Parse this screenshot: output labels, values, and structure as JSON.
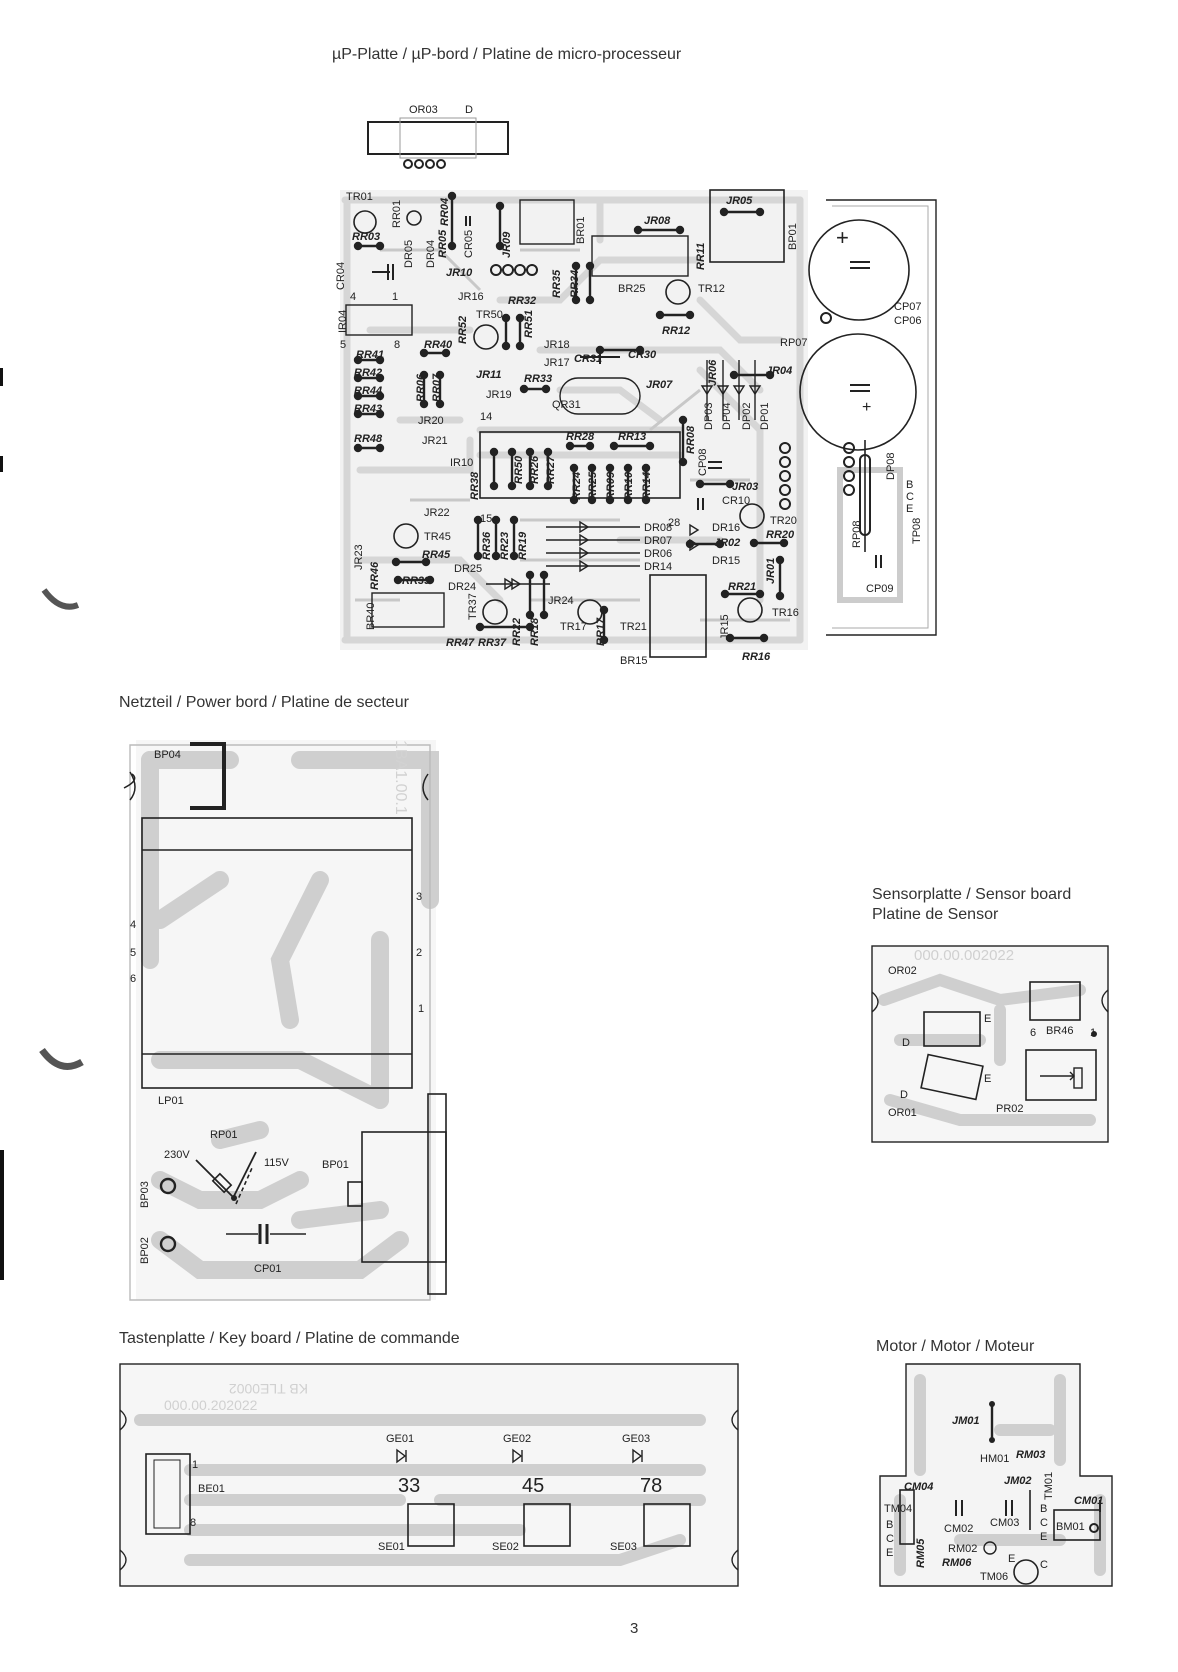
{
  "captions": {
    "micro": "µP-Platte / µP-bord / Platine de micro-processeur",
    "power": "Netzteil / Power bord / Platine de secteur",
    "sensor_line1": "Sensorplatte / Sensor board",
    "sensor_line2": "Platine de Sensor",
    "key": "Tastenplatte / Key board / Platine de commande",
    "motor": "Motor / Motor / Moteur"
  },
  "page_number": "3",
  "colors": {
    "trace": "#cfcfcf",
    "trace_dark": "#bdbdbd",
    "line": "#222222",
    "board_edge": "#333333"
  },
  "micro_labels": {
    "or03": "OR03",
    "d": "D",
    "tr01": "TR01",
    "rr01": "RR01",
    "rr04": "RR04",
    "rr03": "RR03",
    "cr04": "CR04",
    "ir04": "IR04",
    "dr05": "DR05",
    "dr04": "DR04",
    "rr05": "RR05",
    "cr05": "CR05",
    "jr09": "JR09",
    "jr10": "JR10",
    "jr16": "JR16",
    "rr32": "RR32",
    "tr50": "TR50",
    "rr52": "RR52",
    "rr51": "RR51",
    "rr35": "RR35",
    "rr34": "RR34",
    "br01": "BR01",
    "jr08": "JR08",
    "jr05": "JR05",
    "rr11": "RR11",
    "bp01": "BP01",
    "br25": "BR25",
    "tr12": "TR12",
    "rr12": "RR12",
    "rp07": "RP07",
    "cp07": "CP07",
    "cp06": "CP06",
    "rr41": "RR41",
    "rr40": "RR40",
    "rr42": "RR42",
    "rr44": "RR44",
    "rr43": "RR43",
    "rr48": "RR48",
    "rr06": "RR06",
    "rr07": "RR07",
    "jr11": "JR11",
    "jr19": "JR19",
    "rr33": "RR33",
    "jr18": "JR18",
    "jr17": "JR17",
    "cr31": "CR31",
    "cr30": "CR30",
    "jr07": "JR07",
    "qr31": "QR31",
    "jr20": "JR20",
    "jr21": "JR21",
    "ir10": "IR10",
    "jr06": "JR06",
    "jr04": "JR04",
    "dp03": "DP03",
    "dp04": "DP04",
    "dp02": "DP02",
    "dp01": "DP01",
    "rr28": "RR28",
    "rr13": "RR13",
    "rr08": "RR08",
    "cp08": "CP08",
    "dp08": "DP08",
    "rr50": "RR50",
    "rr26": "RR26",
    "rr27": "RR27",
    "rr38": "RR38",
    "rr24": "RR24",
    "rr25": "RR25",
    "rr09": "RR09",
    "rr10": "RR10",
    "rr14": "RR14",
    "jr03": "JR03",
    "cr10": "CR10",
    "jr22": "JR22",
    "tr45": "TR45",
    "rr45": "RR45",
    "rr36": "RR36",
    "rr23": "RR23",
    "rr19": "RR19",
    "dr08": "DR08",
    "dr07": "DR07",
    "dr06": "DR06",
    "dr14": "DR14",
    "dr16": "DR16",
    "jr02": "JR02",
    "dr15": "DR15",
    "tr20": "TR20",
    "rr20": "RR20",
    "rp08": "RP08",
    "tp08": "TP08",
    "cp09": "CP09",
    "jr23": "JR23",
    "rr46": "RR46",
    "dr25": "DR25",
    "rr39": "RR39",
    "dr24": "DR24",
    "jr24": "JR24",
    "rr21": "RR21",
    "jr01": "JR01",
    "br40": "BR40",
    "tr37": "TR37",
    "rr47": "RR47",
    "rr37": "RR37",
    "rr22": "RR22",
    "rr18": "RR18",
    "tr17": "TR17",
    "rr17": "RR17",
    "tr21": "TR21",
    "br15": "BR15",
    "jr15": "JR15",
    "tr16": "TR16",
    "rr16": "RR16",
    "n4": "4",
    "n1": "1",
    "n5": "5",
    "n8": "8",
    "n14": "14",
    "n15": "15",
    "n28": "28",
    "b": "B",
    "c": "C",
    "e": "E"
  },
  "power_labels": {
    "bp04": "BP04",
    "lp01": "LP01",
    "rp01": "RP01",
    "v230": "230V",
    "v115": "115V",
    "bp01": "BP01",
    "bp03": "BP03",
    "bp02": "BP02",
    "cp01": "CP01",
    "n4": "4",
    "n5": "5",
    "n6": "6",
    "n3": "3",
    "n2": "2",
    "n1": "1",
    "silk": "1BA1.00.1"
  },
  "sensor_labels": {
    "or02": "OR02",
    "e1": "E",
    "d1": "D",
    "n6": "6",
    "br46": "BR46",
    "n1": "1",
    "d2": "D",
    "e2": "E",
    "or01": "OR01",
    "pr02": "PR02",
    "silk": "000.00.002022"
  },
  "key_labels": {
    "ge01": "GE01",
    "ge02": "GE02",
    "ge03": "GE03",
    "v33": "33",
    "v45": "45",
    "v78": "78",
    "be01": "BE01",
    "n1": "1",
    "n8": "8",
    "se01": "SE01",
    "se02": "SE02",
    "se03": "SE03",
    "silk1": "KB TLE0002",
    "silk2": "000.00.202022"
  },
  "motor_labels": {
    "jm01": "JM01",
    "hm01": "HM01",
    "rm03": "RM03",
    "cm04": "CM04",
    "jm02": "JM02",
    "tm01": "TM01",
    "cm01": "CM01",
    "tm04": "TM04",
    "b1": "B",
    "c1": "C",
    "e1": "E",
    "cm02": "CM02",
    "cm03": "CM03",
    "bm01": "BM01",
    "rm02": "RM02",
    "rm06": "RM06",
    "tm06": "TM06",
    "rm05": "RM05",
    "b2": "B",
    "c2": "C",
    "e2": "E",
    "c3": "C",
    "e3": "E"
  }
}
